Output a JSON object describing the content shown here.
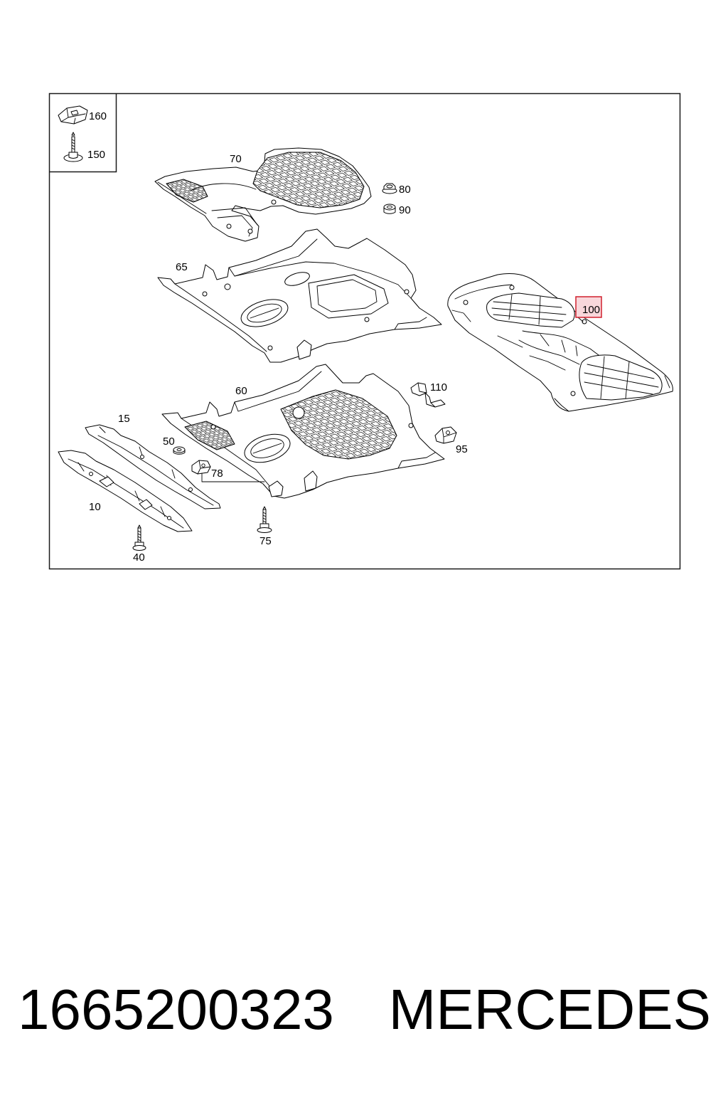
{
  "diagram": {
    "legend": {
      "items": [
        {
          "label": "160",
          "icon": "clip-nut-icon"
        },
        {
          "label": "150",
          "icon": "screw-icon"
        }
      ]
    },
    "callouts": [
      {
        "label": "70"
      },
      {
        "label": "80"
      },
      {
        "label": "90"
      },
      {
        "label": "65"
      },
      {
        "label": "100",
        "highlighted": true
      },
      {
        "label": "60"
      },
      {
        "label": "110"
      },
      {
        "label": "15"
      },
      {
        "label": "50"
      },
      {
        "label": "95"
      },
      {
        "label": "78"
      },
      {
        "label": "10"
      },
      {
        "label": "75"
      },
      {
        "label": "40"
      }
    ],
    "colors": {
      "line": "#000000",
      "highlight_border": "#d0202e",
      "highlight_fill": "#f8d7db"
    }
  },
  "caption": {
    "part_number": "1665200323",
    "brand": "MERCEDES"
  }
}
